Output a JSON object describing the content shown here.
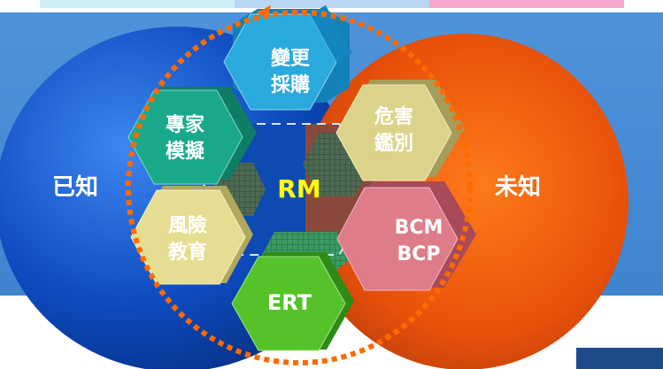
{
  "circles": {
    "known_label": "已知",
    "unknown_label": "未知"
  },
  "center": {
    "label": "RM",
    "color": "#ffff00"
  },
  "hexagons": {
    "top": [
      "變更",
      "採購"
    ],
    "upper_left": [
      "專家",
      "模擬"
    ],
    "upper_right": [
      "危害",
      "鑑別"
    ],
    "lower_left": [
      "風險",
      "教育"
    ],
    "lower_right": [
      "BCM",
      "BCP"
    ],
    "bottom": [
      "ERT"
    ]
  },
  "colors": {
    "background": "#4a8fd8",
    "known_circle": "#0d47b8",
    "unknown_circle": "#e8560c",
    "cycle_arrow": "#ff6600",
    "hex_top": "#2aa9dc",
    "hex_upper_left": "#1aa88a",
    "hex_upper_right": "#dcd38a",
    "hex_lower_left": "#e5de92",
    "hex_lower_right": "#df7c8a",
    "hex_bottom": "#55c22a"
  }
}
